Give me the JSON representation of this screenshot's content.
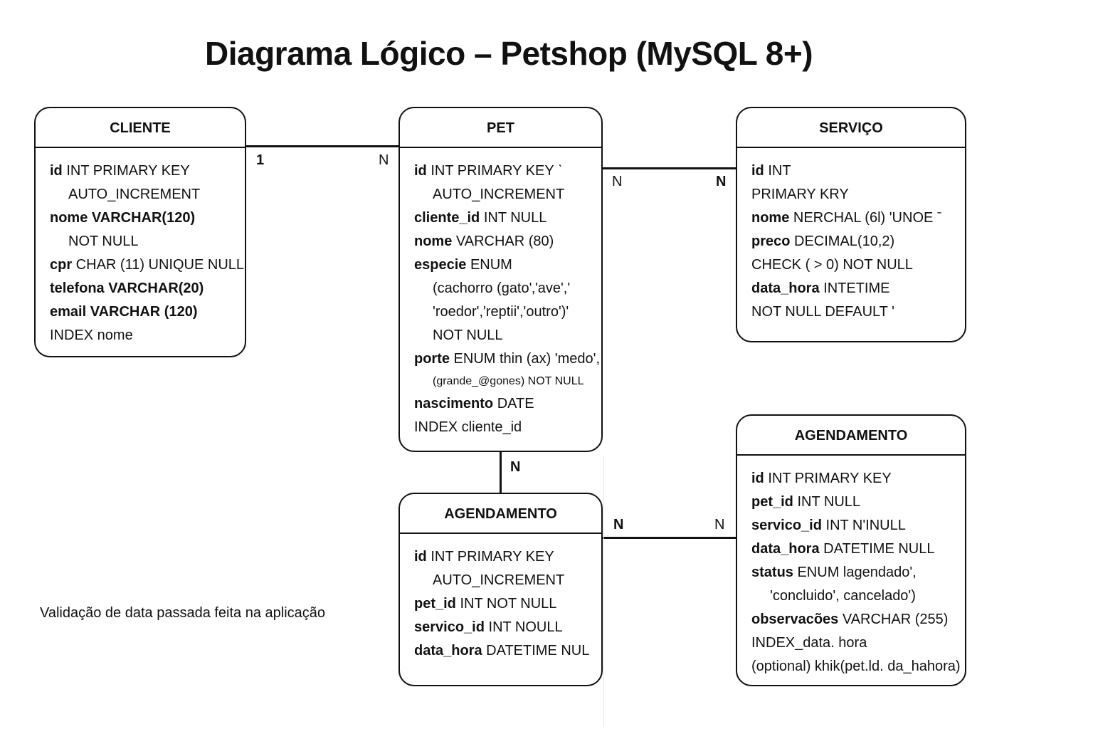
{
  "title": "Diagrama Lógico – Petshop (MySQL 8+)",
  "entities": {
    "cliente": {
      "name": "CLIENTE",
      "lines": [
        {
          "name": "id",
          "rest": " INT PRIMARY KEY",
          "bold_rest": false
        },
        {
          "name": "",
          "rest": "AUTO_INCREMENT",
          "bold_rest": false,
          "indent": true
        },
        {
          "name": "nome",
          "rest": " VARCHAR(120)",
          "bold_rest": true
        },
        {
          "name": "",
          "rest": "NOT NULL",
          "bold_rest": false,
          "indent": true
        },
        {
          "name": "cpr",
          "rest": " CHAR (11) UNIQUE NULL",
          "bold_rest": false
        },
        {
          "name": "telefona",
          "rest": " VARCHAR(20)",
          "bold_rest": true
        },
        {
          "name": "email",
          "rest": " VARCHAR (120)",
          "bold_rest": true
        },
        {
          "name": "",
          "rest": "INDEX nome",
          "bold_rest": false
        }
      ]
    },
    "pet": {
      "name": "PET",
      "lines": [
        {
          "name": "id",
          "rest": " INT PRIMARY KEY ˋ",
          "bold_rest": false
        },
        {
          "name": "",
          "rest": "AUTO_INCREMENT",
          "bold_rest": false,
          "indent": true
        },
        {
          "name": "cliente_id",
          "rest": " INT NULL",
          "bold_rest": false
        },
        {
          "name": "nome",
          "rest": " VARCHAR (80)",
          "bold_rest": false
        },
        {
          "name": "especie",
          "rest": " ENUM",
          "bold_rest": false
        },
        {
          "name": "",
          "rest": "(cachorro (gato'‚'ave','",
          "bold_rest": false,
          "indent": true
        },
        {
          "name": "",
          "rest": "'roedor','reptii','outro')'",
          "bold_rest": false,
          "indent": true
        },
        {
          "name": "",
          "rest": "NOT NULL",
          "bold_rest": false,
          "indent": true
        },
        {
          "name": "porte",
          "rest": " ENUM thin (ax) 'medo',",
          "bold_rest": false
        },
        {
          "name": "",
          "rest": "(grande_@gones) NOT NULL",
          "bold_rest": false,
          "indent": true,
          "small": true
        },
        {
          "name": "nascimento",
          "rest": " DATE",
          "bold_rest": false
        },
        {
          "name": "",
          "rest": "INDEX cliente_id",
          "bold_rest": false
        }
      ]
    },
    "servico": {
      "name": "SERVIÇO",
      "lines": [
        {
          "name": "id",
          "rest": " INT",
          "bold_rest": false
        },
        {
          "name": "",
          "rest": "PRIMARY KRY",
          "bold_rest": false
        },
        {
          "name": "nome",
          "rest": " NERCHAL (6l) 'UNOE  ˉ",
          "bold_rest": false
        },
        {
          "name": "preco",
          "rest": " DECIMAL(10,2)",
          "bold_rest": false
        },
        {
          "name": "",
          "rest": "CHECK ( > 0) NOT NULL",
          "bold_rest": false
        },
        {
          "name": "data_hora",
          "rest": " INTETIME",
          "bold_rest": false
        },
        {
          "name": "",
          "rest": "NOT NULL  DEFAULT '",
          "bold_rest": false
        }
      ]
    },
    "agendamento_center": {
      "name": "AGENDAMENTO",
      "lines": [
        {
          "name": "id",
          "rest": " INT PRIMARY KEY",
          "bold_rest": false
        },
        {
          "name": "",
          "rest": "AUTO_INCREMENT",
          "bold_rest": false,
          "indent": true
        },
        {
          "name": "pet_id",
          "rest": " INT NOT NULL",
          "bold_rest": false
        },
        {
          "name": "servico_id",
          "rest": " INT NOULL",
          "bold_rest": false
        },
        {
          "name": "data_hora",
          "rest": " DATETIME NUL",
          "bold_rest": false
        }
      ]
    },
    "agendamento_right": {
      "name": "AGENDAMENTO",
      "lines": [
        {
          "name": "id",
          "rest": " INT PRIMARY KEY",
          "bold_rest": false
        },
        {
          "name": "pet_id",
          "rest": " INT NULL",
          "bold_rest": false
        },
        {
          "name": "servico_id",
          "rest": " INT N'INULL",
          "bold_rest": false
        },
        {
          "name": "data_hora",
          "rest": " DATETIME  NULL",
          "bold_rest": false
        },
        {
          "name": "status",
          "rest": " ENUM lagendado',",
          "bold_rest": false
        },
        {
          "name": "",
          "rest": "'concluido', cancelado')",
          "bold_rest": false,
          "indent": true
        },
        {
          "name": "observacões",
          "rest": " VARCHAR (255)",
          "bold_rest": false
        },
        {
          "name": "",
          "rest": "INDEX_data. hora",
          "bold_rest": false
        },
        {
          "name": "",
          "rest": "(optional) khik(pet.ld. da_hahora)",
          "bold_rest": false
        }
      ]
    }
  },
  "cardinalities": {
    "cliente_pet_left": "1",
    "cliente_pet_right": "N",
    "pet_servico_left": "N",
    "pet_servico_right": "N",
    "pet_agendamento": "N",
    "agendamento_left": "N",
    "agendamento_right": "N"
  },
  "note": "Validação de data passada feita na aplicação"
}
